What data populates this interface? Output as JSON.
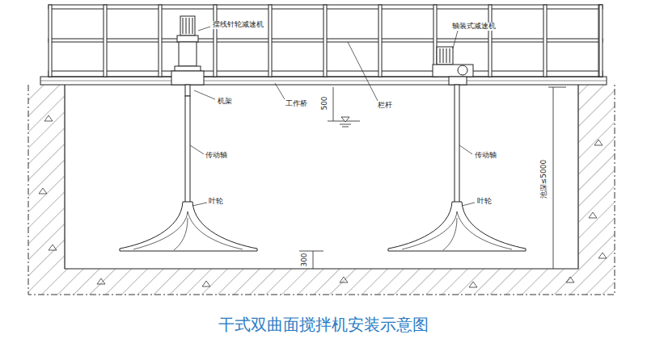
{
  "diagram": {
    "caption": "干式双曲面搅拌机安装示意图",
    "labels": [
      "摆线针轮减速机",
      "轴装式减速机",
      "机架",
      "工作桥",
      "栏杆",
      "500",
      "传动轴",
      "传动轴",
      "叶轮",
      "叶轮",
      "池深≤5000",
      "300"
    ]
  }
}
